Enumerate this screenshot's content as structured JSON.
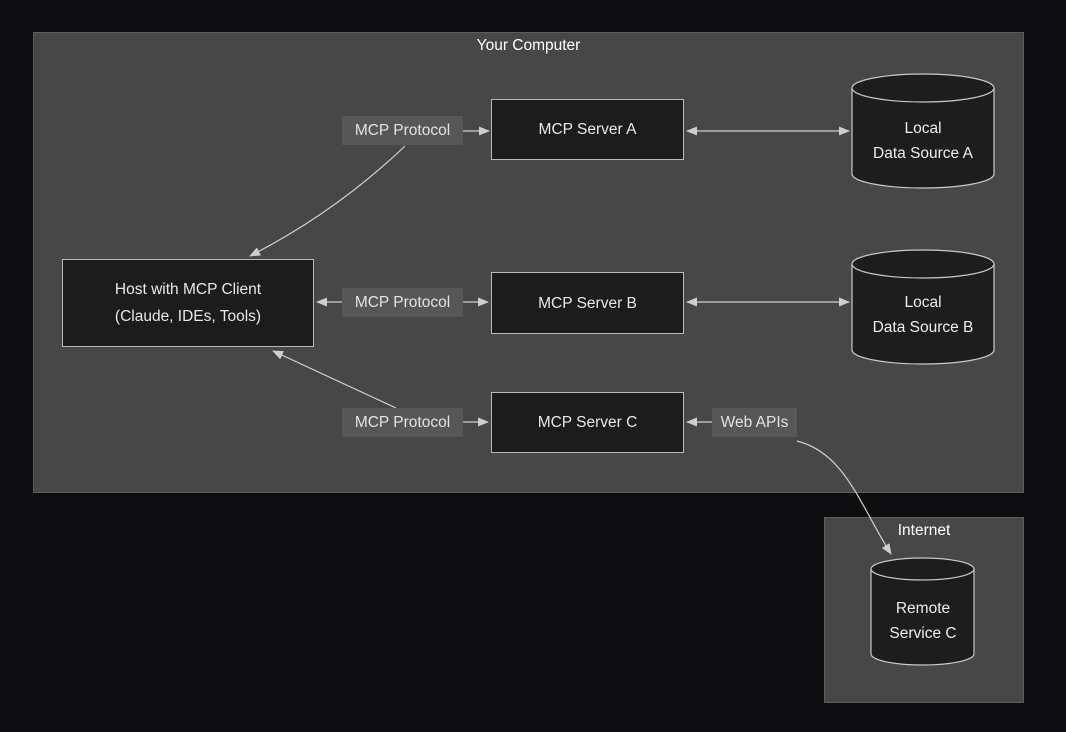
{
  "diagram": {
    "type": "flowchart",
    "colors": {
      "page_bg": "#0d0d0f",
      "group_fill": "#474747",
      "group_border": "#5d5d5d",
      "node_fill": "#1c1c1c",
      "node_border": "#b9b9b9",
      "node_text": "#e8e8e8",
      "edge_label_bg": "#575757",
      "edge_label_text": "#e3e3e3",
      "arrow": "#cfcfcf",
      "title_text": "#ffffff"
    },
    "groups": {
      "your_computer": {
        "title": "Your Computer"
      },
      "internet": {
        "title": "Internet"
      }
    },
    "nodes": {
      "host": {
        "shape": "rect",
        "group": "your_computer",
        "lines": [
          "Host with MCP Client",
          "(Claude, IDEs, Tools)"
        ]
      },
      "server_a": {
        "shape": "rect",
        "group": "your_computer",
        "label": "MCP Server A"
      },
      "server_b": {
        "shape": "rect",
        "group": "your_computer",
        "label": "MCP Server B"
      },
      "server_c": {
        "shape": "rect",
        "group": "your_computer",
        "label": "MCP Server C"
      },
      "data_a": {
        "shape": "cylinder",
        "group": "your_computer",
        "lines": [
          "Local",
          "Data Source A"
        ]
      },
      "data_b": {
        "shape": "cylinder",
        "group": "your_computer",
        "lines": [
          "Local",
          "Data Source B"
        ]
      },
      "remote_c": {
        "shape": "cylinder",
        "group": "internet",
        "lines": [
          "Remote",
          "Service C"
        ]
      }
    },
    "edges": [
      {
        "from": "host",
        "to": "server_a",
        "label": "MCP Protocol",
        "bidirectional": true
      },
      {
        "from": "host",
        "to": "server_b",
        "label": "MCP Protocol",
        "bidirectional": true
      },
      {
        "from": "host",
        "to": "server_c",
        "label": "MCP Protocol",
        "bidirectional": true
      },
      {
        "from": "server_a",
        "to": "data_a",
        "bidirectional": true
      },
      {
        "from": "server_b",
        "to": "data_b",
        "bidirectional": true
      },
      {
        "from": "server_c",
        "to": "remote_c",
        "label": "Web APIs",
        "bidirectional": true
      }
    ]
  }
}
